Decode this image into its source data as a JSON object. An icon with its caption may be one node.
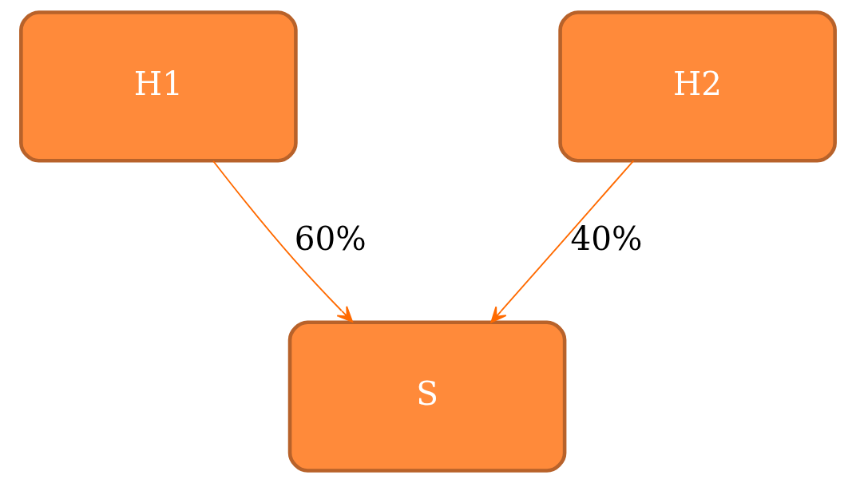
{
  "diagram": {
    "nodes": [
      {
        "text": [
          "H1"
        ]
      },
      {
        "text": [
          "H2"
        ]
      },
      {
        "text": [
          "S"
        ]
      }
    ],
    "edges": [
      {
        "from": 0,
        "to": 2,
        "arrow": "to",
        "label": "60%"
      },
      {
        "from": 1,
        "to": 2,
        "arrow": "to",
        "label": "40%"
      }
    ]
  }
}
